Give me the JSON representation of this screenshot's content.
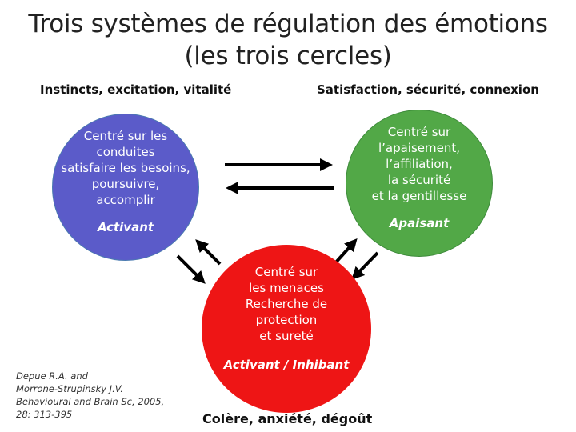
{
  "title": {
    "line1": "Trois systèmes de régulation des émotions",
    "line2": "(les trois cercles)"
  },
  "labels": {
    "drive": "Instincts, excitation, vitalité",
    "soothing": "Satisfaction, sécurité, connexion",
    "threat": "Colère, anxiété, dégoût"
  },
  "circles": {
    "drive": {
      "lines": [
        "Centré sur  les",
        "conduites",
        "satisfaire les besoins,",
        "poursuivre,",
        "accomplir"
      ],
      "mode": "Activant",
      "color": "#5b5bc9"
    },
    "soothing": {
      "lines": [
        "Centré sur",
        "l’apaisement,",
        "l’affiliation,",
        "la sécurité",
        "et la gentillesse"
      ],
      "mode": "Apaisant",
      "color": "#52a847"
    },
    "threat": {
      "lines": [
        "Centré sur",
        "les menaces",
        "Recherche de",
        "protection",
        "et sureté"
      ],
      "mode": "Activant / Inhibant",
      "color": "#ee1515"
    }
  },
  "reference": {
    "lines": [
      "Depue R.A. and",
      "Morrone-Strupinsky J.V.",
      "Behavioural and Brain Sc, 2005,",
      "28: 313-395"
    ]
  }
}
